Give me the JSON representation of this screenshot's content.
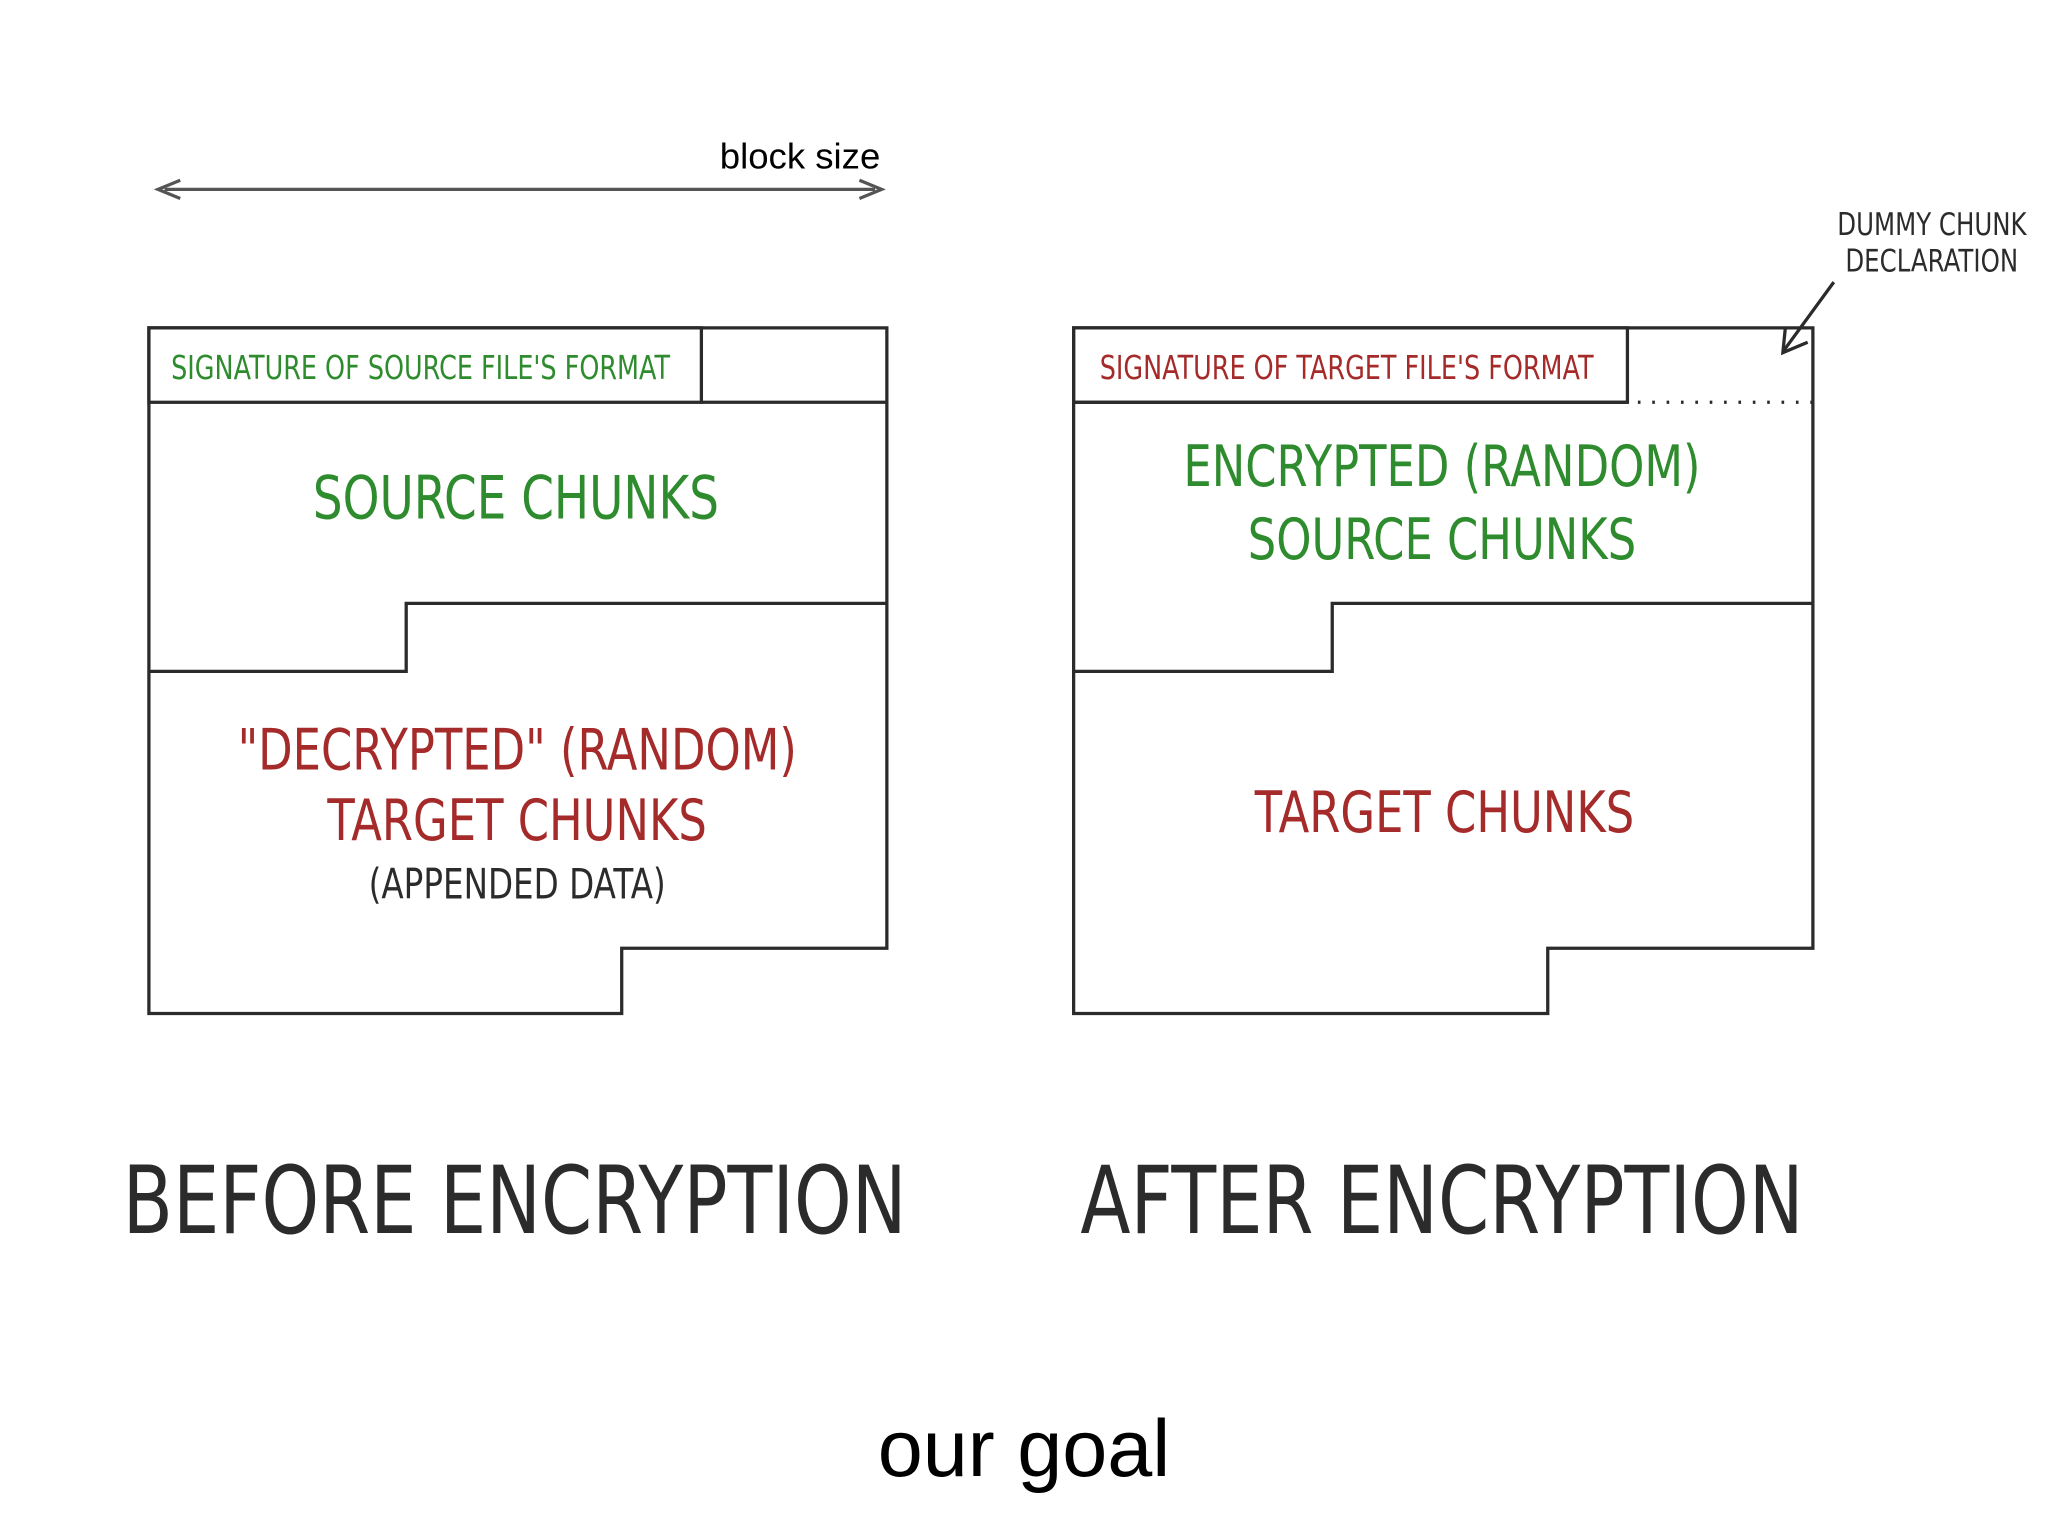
{
  "block_size_label": "block size",
  "before": {
    "signature": "SIGNATURE OF SOURCE FILE'S FORMAT",
    "source_chunks": "SOURCE CHUNKS",
    "target_line1": "\"DECRYPTED\" (RANDOM)",
    "target_line2": "TARGET CHUNKS",
    "appended": "(APPENDED DATA)",
    "caption": "BEFORE ENCRYPTION"
  },
  "after": {
    "signature": "SIGNATURE OF TARGET FILE'S FORMAT",
    "source_line1": "ENCRYPTED (RANDOM)",
    "source_line2": "SOURCE CHUNKS",
    "target_chunks": "TARGET CHUNKS",
    "caption": "AFTER ENCRYPTION"
  },
  "dummy": {
    "line1": "DUMMY CHUNK",
    "line2": "DECLARATION"
  },
  "footer": "our goal",
  "colors": {
    "green": "#2e8b2e",
    "red": "#a52a2a",
    "ink": "#2b2b2b",
    "arrow": "#555555"
  }
}
